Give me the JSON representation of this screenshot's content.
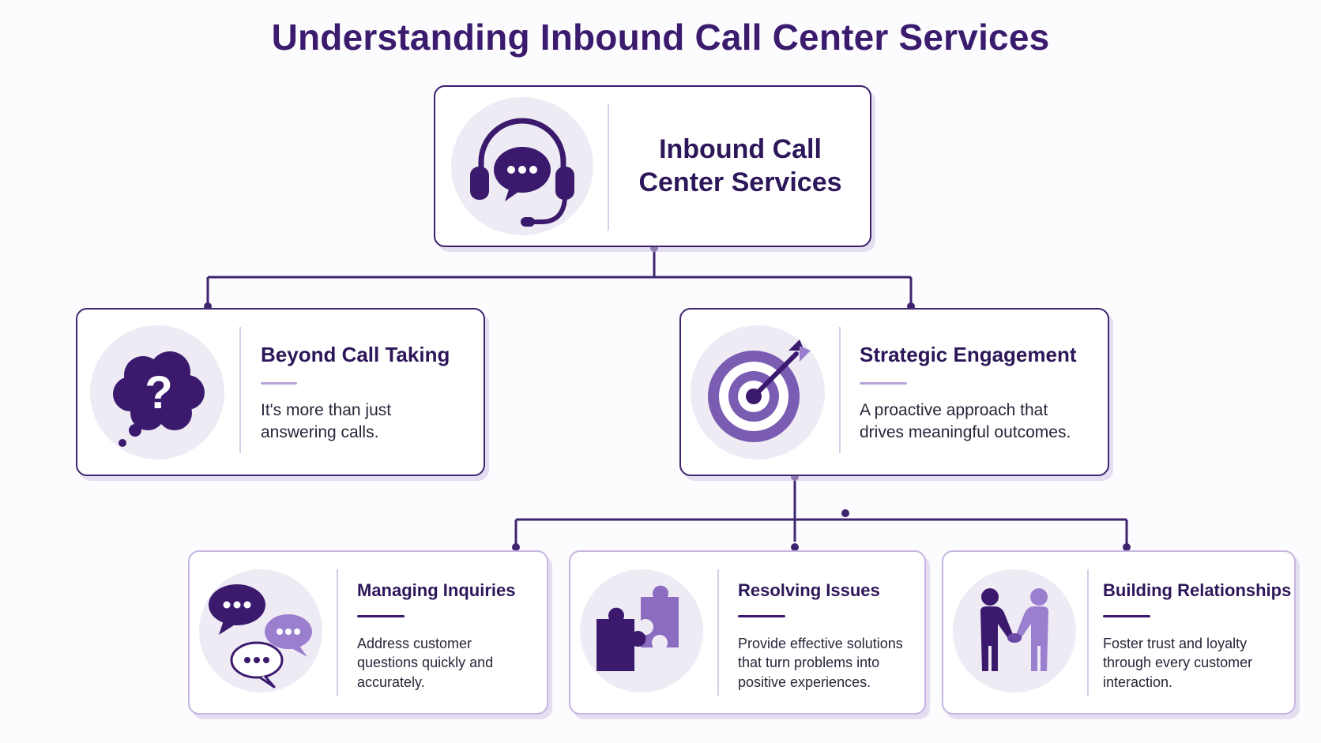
{
  "title": "Understanding Inbound Call Center Services",
  "root": {
    "label_line1": "Inbound Call",
    "label_line2": "Center Services",
    "icon": "headset-chat-icon"
  },
  "level2": [
    {
      "heading": "Beyond Call Taking",
      "desc_line1": "It's more than just",
      "desc_line2": "answering calls.",
      "icon": "question-thought-bubble-icon"
    },
    {
      "heading": "Strategic Engagement",
      "desc_line1": "A proactive approach that",
      "desc_line2": "drives meaningful outcomes.",
      "icon": "target-arrow-icon"
    }
  ],
  "level3": [
    {
      "heading": "Managing Inquiries",
      "desc_line1": "Address customer",
      "desc_line2": "questions quickly and",
      "desc_line3": "accurately.",
      "icon": "chat-bubbles-icon"
    },
    {
      "heading": "Resolving Issues",
      "desc_line1": "Provide effective solutions",
      "desc_line2": "that turn problems into",
      "desc_line3": "positive experiences.",
      "icon": "puzzle-pieces-icon"
    },
    {
      "heading": "Building Relationships",
      "desc_line1": "Foster trust and loyalty",
      "desc_line2": "through every customer",
      "desc_line3": "interaction.",
      "icon": "handshake-people-icon"
    }
  ],
  "colors": {
    "dark_purple": "#3b1a6e",
    "mid_purple": "#8b6cc1",
    "light_purple": "#9b7fcf",
    "icon_bg": "#eeebf4",
    "card_border_light": "#c7b5e3"
  }
}
